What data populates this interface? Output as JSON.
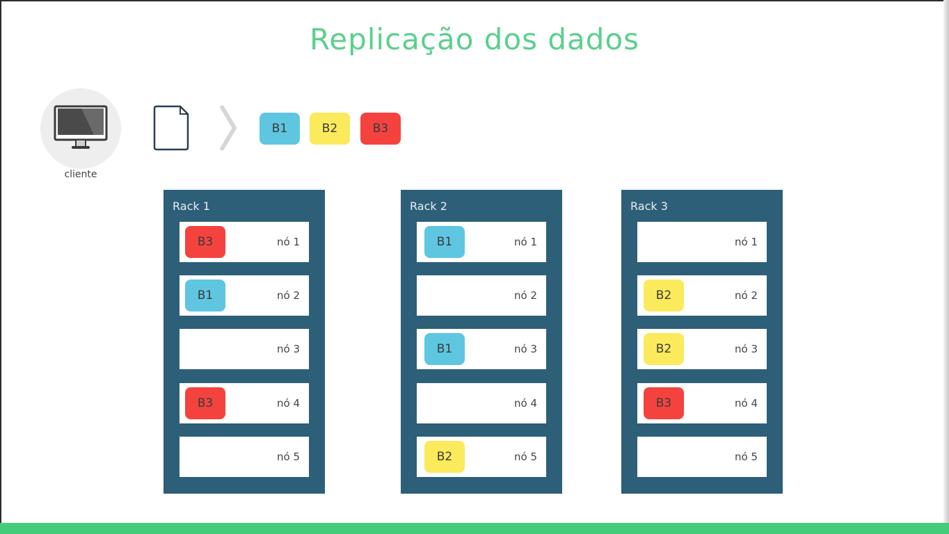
{
  "title": "Replicação dos dados",
  "client": {
    "label": "cliente",
    "icon": "computer-monitor-icon"
  },
  "file": {
    "icon": "document-icon"
  },
  "arrow": {
    "icon": "chevron-right-icon"
  },
  "colors": {
    "B1": "#5ec6e0",
    "B2": "#fbea5b",
    "B3": "#f4433f",
    "rack": "#2d5f78",
    "title": "#5ccf8d",
    "bottom_bar": "#45cc7a"
  },
  "blocks": [
    {
      "label": "B1",
      "color": "#5ec6e0"
    },
    {
      "label": "B2",
      "color": "#fbea5b"
    },
    {
      "label": "B3",
      "color": "#f4433f"
    }
  ],
  "racks": [
    {
      "title": "Rack 1",
      "nodes": [
        {
          "label": "nó 1",
          "block": "B3"
        },
        {
          "label": "nó 2",
          "block": "B1"
        },
        {
          "label": "nó 3",
          "block": ""
        },
        {
          "label": "nó 4",
          "block": "B3"
        },
        {
          "label": "nó 5",
          "block": ""
        }
      ]
    },
    {
      "title": "Rack 2",
      "nodes": [
        {
          "label": "nó 1",
          "block": "B1"
        },
        {
          "label": "nó 2",
          "block": ""
        },
        {
          "label": "nó 3",
          "block": "B1"
        },
        {
          "label": "nó 4",
          "block": ""
        },
        {
          "label": "nó 5",
          "block": "B2"
        }
      ]
    },
    {
      "title": "Rack 3",
      "nodes": [
        {
          "label": "nó 1",
          "block": ""
        },
        {
          "label": "nó 2",
          "block": "B2"
        },
        {
          "label": "nó 3",
          "block": "B2"
        },
        {
          "label": "nó 4",
          "block": "B3"
        },
        {
          "label": "nó 5",
          "block": ""
        }
      ]
    }
  ]
}
